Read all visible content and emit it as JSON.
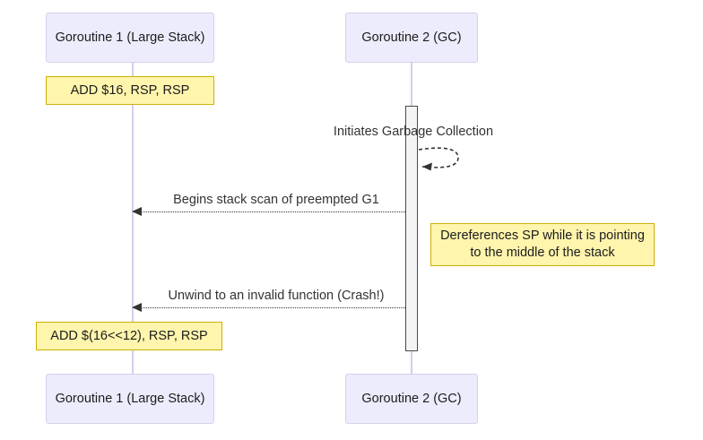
{
  "diagram": {
    "type": "sequence-diagram",
    "title": "",
    "background_color": "#ffffff",
    "participant_fill": "#ececfc",
    "participant_border": "#d6d0ec",
    "lifeline_color": "#d5cdec",
    "note_fill": "#fff5ad",
    "note_border": "#cfb000",
    "message_color": "#333333",
    "activation_fill": "#f4f4f4",
    "activation_border": "#4a4a4a"
  },
  "participants": [
    {
      "id": "g1",
      "label": "Goroutine 1 (Large Stack)"
    },
    {
      "id": "g2",
      "label": "Goroutine 2 (GC)"
    }
  ],
  "participants_bottom": [
    {
      "id": "g1b",
      "label": "Goroutine 1 (Large Stack)"
    },
    {
      "id": "g2b",
      "label": "Goroutine 2 (GC)"
    }
  ],
  "notes": [
    {
      "id": "note1",
      "text": "ADD $16, RSP, RSP",
      "attached_to": "g1"
    },
    {
      "id": "note2",
      "text": "Dereferences SP while it is pointing\nto the middle of the stack",
      "attached_to": "g2"
    },
    {
      "id": "note3",
      "text": "ADD $(16<<12), RSP, RSP",
      "attached_to": "g1"
    }
  ],
  "messages": [
    {
      "id": "m1",
      "label": "Initiates Garbage Collection",
      "from": "g2",
      "to": "g2",
      "style": "dashed",
      "kind": "self-loop"
    },
    {
      "id": "m2",
      "label": "Begins stack scan of preempted G1",
      "from": "g2",
      "to": "g1",
      "style": "dotted",
      "kind": "arrow-left"
    },
    {
      "id": "m3",
      "label": "Unwind to an invalid function (Crash!)",
      "from": "g2",
      "to": "g1",
      "style": "dotted",
      "kind": "arrow-left"
    }
  ]
}
